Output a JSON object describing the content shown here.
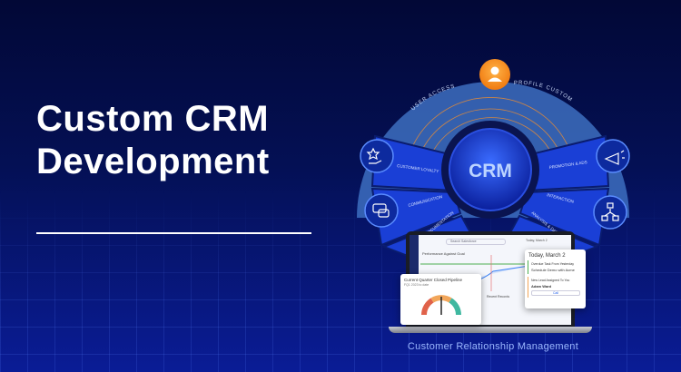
{
  "headline": {
    "line1": "Custom CRM",
    "line2": "Development"
  },
  "diagram": {
    "center_label": "CRM",
    "top_labels": [
      "USER ACCESS",
      "PROFILE CUSTOM"
    ],
    "segments": [
      "CUSTOMER LOYALTY",
      "COMMUNICATION",
      "DOCUMENTATION",
      "PROMOTION & ADS",
      "INTERACTION",
      "ANALYSIS & DATA"
    ],
    "icons": [
      "user-icon",
      "star-hand-icon",
      "chat-icon",
      "megaphone-icon",
      "network-lock-icon"
    ]
  },
  "dashboard": {
    "search": "Search Salesforce",
    "chart_title": "Performance Against Goal",
    "gauge_title": "Current Quarter Closed Pipeline",
    "gauge_subtitle": "FQ1 2023 to date",
    "date_panel_header": "Today, March 2",
    "date_panel_title": "Today, March 2",
    "task_group": "Overdue Task From Yesterday",
    "task": "Schedule Demo with Acme",
    "lead_group": "New Lead Assigned To You",
    "lead_name": "Adam Ward",
    "call_button": "Call",
    "recent_records": "Recent Records"
  },
  "caption": "Customer Relationship Management",
  "colors": {
    "background": "#041055",
    "accent_orange": "#f7931e",
    "segment_blue": "#1a3fd6",
    "arc_light": "#3d6fc0"
  }
}
